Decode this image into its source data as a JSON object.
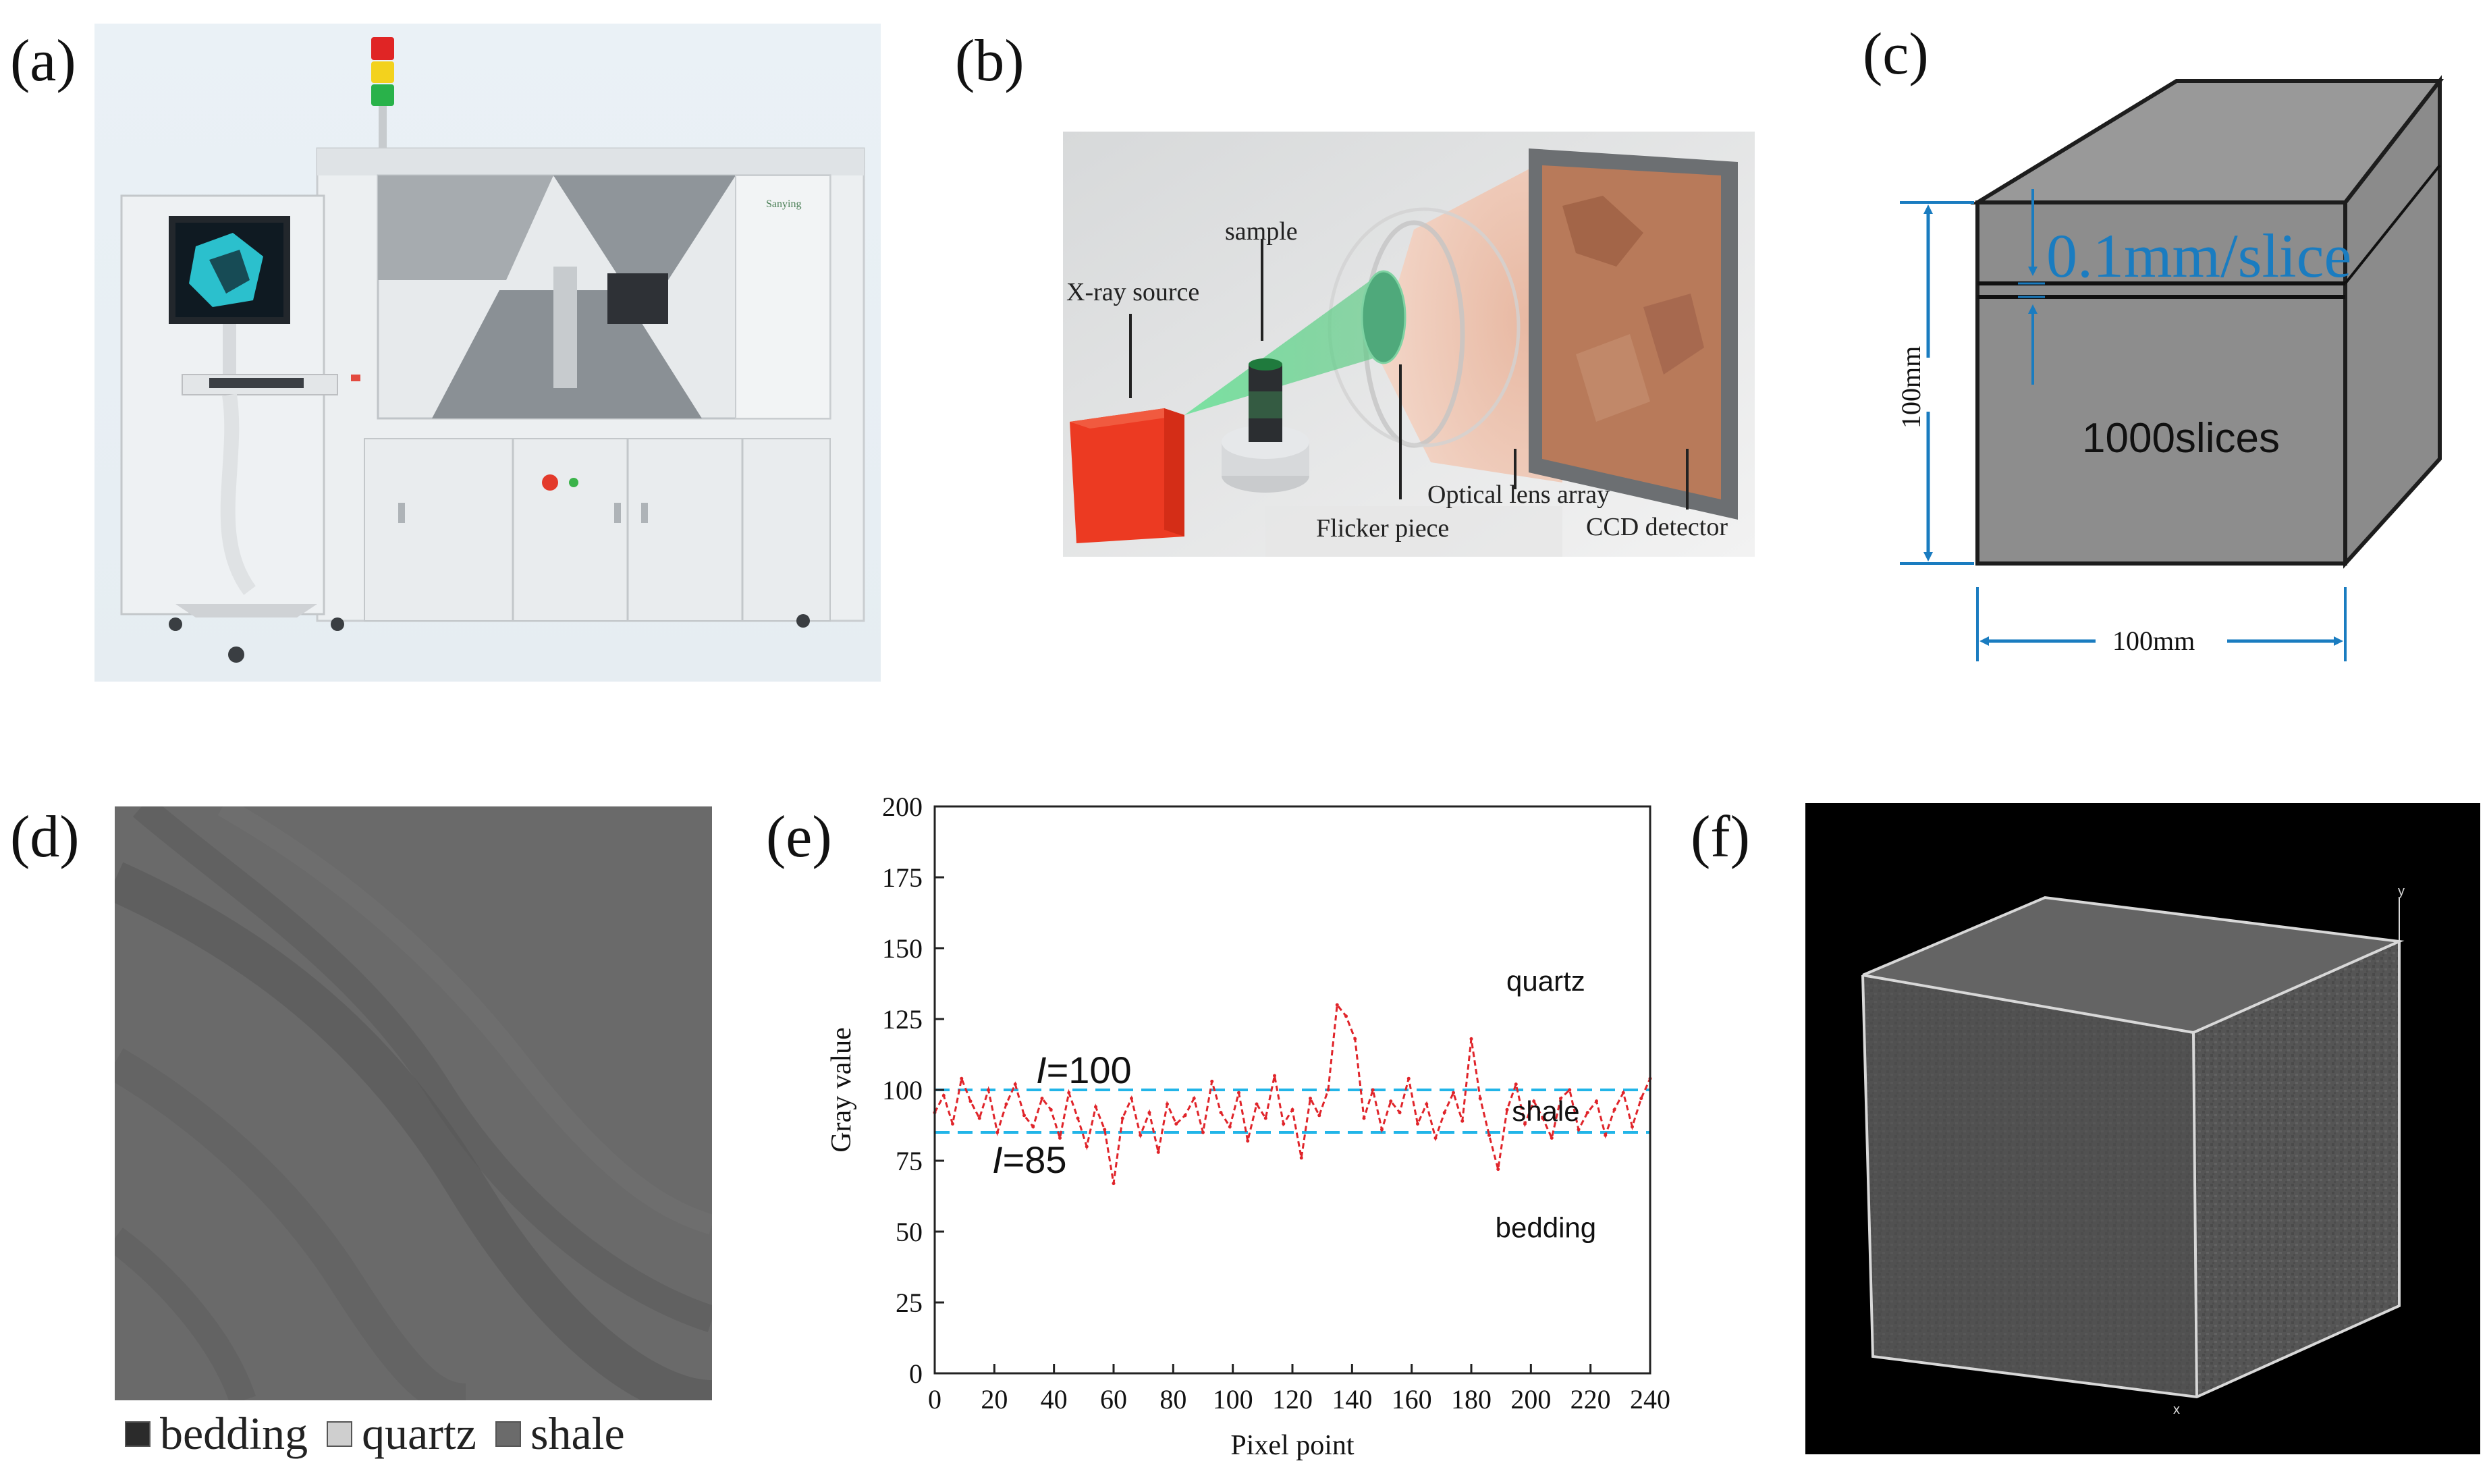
{
  "panels": {
    "a": {
      "label": "(a)",
      "brand": "Sanying"
    },
    "b": {
      "label": "(b)",
      "sample": "sample",
      "xray_source": "X-ray source",
      "optical_lens_array": "Optical lens array",
      "flicker_piece": "Flicker piece",
      "ccd_detector": "CCD detector"
    },
    "c": {
      "label": "(c)",
      "slice": "0.1mm/slice",
      "slices": "1000slices",
      "height": "100mm",
      "width": "100mm"
    },
    "d": {
      "label": "(d)",
      "legend": [
        {
          "name": "bedding",
          "color": "#2b2b2b"
        },
        {
          "name": "quartz",
          "color": "#cfcfcf"
        },
        {
          "name": "shale",
          "color": "#6b6b6b"
        }
      ]
    },
    "e": {
      "label": "(e)"
    },
    "f": {
      "label": "(f)",
      "axis_y": "y",
      "axis_x": "x"
    }
  },
  "chart_data": {
    "type": "line",
    "xlabel": "Pixel point",
    "ylabel": "Gray value",
    "xlim": [
      0,
      240
    ],
    "ylim": [
      0,
      200
    ],
    "xticks": [
      0,
      20,
      40,
      60,
      80,
      100,
      120,
      140,
      160,
      180,
      200,
      220,
      240
    ],
    "yticks": [
      0,
      25,
      50,
      75,
      100,
      125,
      150,
      175,
      200
    ],
    "series_color": "#e0242a",
    "threshold_color": "#22b5e8",
    "thresholds": [
      {
        "value": 100,
        "italic": "I",
        "rest": "=100"
      },
      {
        "value": 85,
        "italic": "I",
        "rest": "=85"
      }
    ],
    "annotations": [
      {
        "text": "quartz",
        "x": 205,
        "y": 135
      },
      {
        "text": "shale",
        "x": 205,
        "y": 89
      },
      {
        "text": "bedding",
        "x": 205,
        "y": 48
      }
    ],
    "x": [
      0,
      3,
      6,
      9,
      12,
      15,
      18,
      21,
      24,
      27,
      30,
      33,
      36,
      39,
      42,
      45,
      48,
      51,
      54,
      57,
      60,
      63,
      66,
      69,
      72,
      75,
      78,
      81,
      84,
      87,
      90,
      93,
      96,
      99,
      102,
      105,
      108,
      111,
      114,
      117,
      120,
      123,
      126,
      129,
      132,
      135,
      138,
      141,
      144,
      147,
      150,
      153,
      156,
      159,
      162,
      165,
      168,
      171,
      174,
      177,
      180,
      183,
      186,
      189,
      192,
      195,
      198,
      201,
      204,
      207,
      210,
      213,
      216,
      219,
      222,
      225,
      228,
      231,
      234,
      237,
      240
    ],
    "values": [
      92,
      98,
      88,
      104,
      96,
      90,
      100,
      85,
      95,
      102,
      91,
      87,
      97,
      93,
      83,
      99,
      90,
      80,
      94,
      86,
      67,
      90,
      97,
      84,
      92,
      78,
      95,
      88,
      91,
      97,
      85,
      103,
      92,
      87,
      99,
      82,
      95,
      90,
      105,
      88,
      93,
      76,
      97,
      91,
      100,
      130,
      126,
      118,
      90,
      100,
      86,
      96,
      92,
      104,
      88,
      95,
      83,
      92,
      99,
      89,
      118,
      97,
      84,
      72,
      93,
      102,
      88,
      96,
      90,
      83,
      97,
      100,
      86,
      92,
      96,
      84,
      93,
      99,
      87,
      97,
      104
    ]
  }
}
